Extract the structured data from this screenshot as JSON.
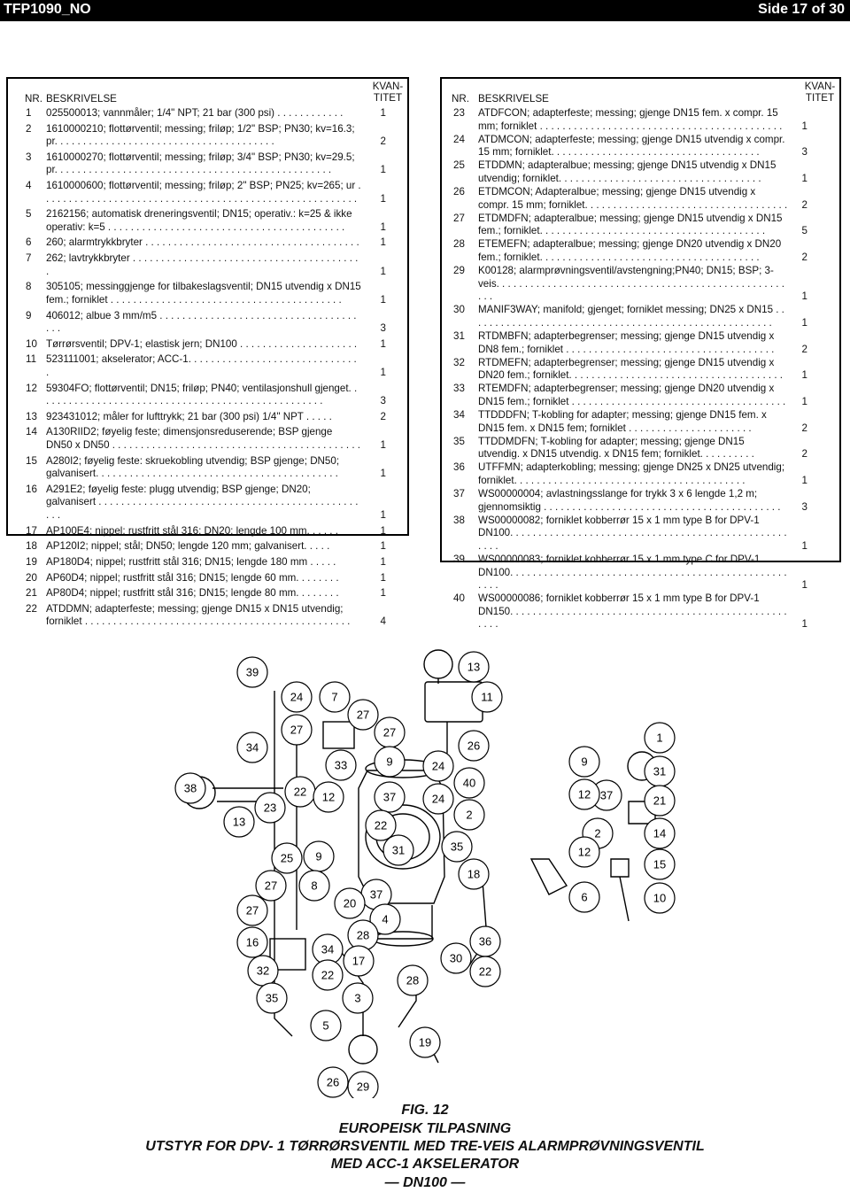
{
  "header": {
    "doc_id": "TFP1090_NO",
    "page": "Side 17 of 30"
  },
  "table_headers": {
    "nr": "NR.",
    "desc": "BESKRIVELSE",
    "qty_1": "KVAN-",
    "qty_2": "TITET"
  },
  "left_rows": [
    {
      "nr": "1",
      "desc": "025500013; vannmåler; 1/4\" NPT; 21 bar (300 psi) . . . . . . . . . . . .",
      "qty": "1"
    },
    {
      "nr": "2",
      "desc": "1610000210; flottørventil; messing; friløp; 1/2\" BSP; PN30; kv=16.3; pr. . . . . . . . . . . . . . . . . . . . . . . . . . . . . . . . . . . . . . .",
      "qty": "2"
    },
    {
      "nr": "3",
      "desc": "1610000270; flottørventil; messing; friløp; 3/4\" BSP; PN30; kv=29.5; pr. . . . . . . . . . . . . . . . . . . . . . . . . . . . . . . . . . . . . . . . . . . . . . . . .",
      "qty": "1"
    },
    {
      "nr": "4",
      "desc": "1610000600; flottørventil; messing; friløp; 2\" BSP; PN25; kv=265; ur . . . . . . . . . . . . . . . . . . . . . . . . . . . . . . . . . . . . . . . . . . . . . . . . . . . . . . . .",
      "qty": "1"
    },
    {
      "nr": "5",
      "desc": "2162156; automatisk dreneringsventil; DN15; operativ.: k=25 & ikke operativ: k=5 . . . . . . . . . . . . . . . . . . . . . . . . . . . . . . . . . . . . . . . . . .",
      "qty": "1"
    },
    {
      "nr": "6",
      "desc": "260; alarmtrykkbryter . . . . . . . . . . . . . . . . . . . . . . . . . . . . . . . . . . . . . .",
      "qty": "1"
    },
    {
      "nr": "7",
      "desc": "262; lavtrykkbryter . . . . . . . . . . . . . . . . . . . . . . . . . . . . . . . . . . . . . . . . .",
      "qty": "1"
    },
    {
      "nr": "8",
      "desc": "305105; messinggjenge for tilbakeslagsventil; DN15 utvendig x DN15 fem.; forniklet . . . . . . . . . . . . . . . . . . . . . . . . . . . . . . . . . . . . . . . . .",
      "qty": "1"
    },
    {
      "nr": "9",
      "desc": "406012; albue 3 mm/m5 . . . . . . . . . . . . . . . . . . . . . . . . . . . . . . . . . . . . . .",
      "qty": "3"
    },
    {
      "nr": "10",
      "desc": "Tørrørsventil; DPV-1; elastisk jern; DN100 . . . . . . . . . . . . . . . . . . . . .",
      "qty": "1"
    },
    {
      "nr": "11",
      "desc": "523111001; akselerator; ACC-1. . . . . . . . . . . . . . . . . . . . . . . . . . . . . . .",
      "qty": "1"
    },
    {
      "nr": "12",
      "desc": "59304FO; flottørventil; DN15; friløp; PN40; ventilasjonshull gjenget. . . . . . . . . . . . . . . . . . . . . . . . . . . . . . . . . . . . . . . . . . . . . . . . . . .",
      "qty": "3"
    },
    {
      "nr": "13",
      "desc": "923431012; måler for lufttrykk; 21 bar (300 psi) 1/4\" NPT . . . . .",
      "qty": "2"
    },
    {
      "nr": "14",
      "desc": "A130RIID2; føyelig feste; dimensjonsreduserende; BSP gjenge DN50 x DN50 . . . . . . . . . . . . . . . . . . . . . . . . . . . . . . . . . . . . . . . . . . . .",
      "qty": "1"
    },
    {
      "nr": "15",
      "desc": "A280I2; føyelig feste: skruekobling utvendig; BSP gjenge; DN50; galvanisert. . . . . . . . . . . . . . . . . . . . . . . . . . . . . . . . . . . . . . . . . . .",
      "qty": "1"
    },
    {
      "nr": "16",
      "desc": "A291E2; føyelig feste: plugg utvendig; BSP gjenge; DN20; galvanisert . . . . . . . . . . . . . . . . . . . . . . . . . . . . . . . . . . . . . . . . . . . . . . . . .",
      "qty": "1"
    },
    {
      "nr": "17",
      "desc": "AP100E4; nippel; rustfritt stål 316; DN20; lengde 100 mm. . . . . .",
      "qty": "1"
    },
    {
      "nr": "18",
      "desc": "AP120I2; nippel; stål; DN50; lengde 120 mm; galvanisert. . . . .",
      "qty": "1"
    },
    {
      "nr": "19",
      "desc": "AP180D4; nippel; rustfritt stål 316; DN15; lengde 180 mm . . . . .",
      "qty": "1"
    },
    {
      "nr": "20",
      "desc": "AP60D4; nippel; rustfritt stål 316; DN15; lengde 60 mm. . . . . . . .",
      "qty": "1"
    },
    {
      "nr": "21",
      "desc": "AP80D4; nippel; rustfritt stål 316; DN15; lengde 80 mm. . . . . . . .",
      "qty": "1"
    },
    {
      "nr": "22",
      "desc": "ATDDMN; adapterfeste; messing; gjenge DN15 x DN15 utvendig; forniklet . . . . . . . . . . . . . . . . . . . . . . . . . . . . . . . . . . . . . . . . . . . . . . .",
      "qty": "4"
    }
  ],
  "right_rows": [
    {
      "nr": "23",
      "desc": "ATDFCON; adapterfeste; messing; gjenge DN15 fem. x compr. 15 mm; forniklet . . . . . . . . . . . . . . . . . . . . . . . . . . . . . . . . . . . . . . . . . . .",
      "qty": "1"
    },
    {
      "nr": "24",
      "desc": "ATDMCON; adapterfeste; messing; gjenge DN15 utvendig x compr. 15 mm; forniklet. . . . . . . . . . . . . . . . . . . . . . . . . . . . . . . . . . . . .",
      "qty": "3"
    },
    {
      "nr": "25",
      "desc": "ETDDMN; adapteralbue; messing; gjenge DN15 utvendig x DN15 utvendig; forniklet. . . . . . . . . . . . . . . . . . . . . . . . . . . . . . . . . . . .",
      "qty": "1"
    },
    {
      "nr": "26",
      "desc": "ETDMCON; Adapteralbue; messing; gjenge DN15 utvendig x compr. 15 mm; forniklet. . . . . . . . . . . . . . . . . . . . . . . . . . . . . . . . . . . .",
      "qty": "2"
    },
    {
      "nr": "27",
      "desc": "ETDMDFN; adapteralbue; messing; gjenge DN15 utvendig x DN15 fem.; forniklet. . . . . . . . . . . . . . . . . . . . . . . . . . . . . . . . . . . . . . . .",
      "qty": "5"
    },
    {
      "nr": "28",
      "desc": "ETEMEFN; adapteralbue; messing; gjenge DN20 utvendig x DN20 fem.; forniklet. . . . . . . . . . . . . . . . . . . . . . . . . . . . . . . . . . . . . . .",
      "qty": "2"
    },
    {
      "nr": "29",
      "desc": "K00128; alarmprøvningsventil/avstengning;PN40; DN15; BSP; 3-veis. . . . . . . . . . . . . . . . . . . . . . . . . . . . . . . . . . . . . . . . . . . . . . . . . . . . . .",
      "qty": "1"
    },
    {
      "nr": "30",
      "desc": "MANIF3WAY; manifold; gjenget; forniklet messing; DN25 x DN15 . . . . . . . . . . . . . . . . . . . . . . . . . . . . . . . . . . . . . . . . . . . . . . . . . . . . . .",
      "qty": "1"
    },
    {
      "nr": "31",
      "desc": "RTDMBFN; adapterbegrenser; messing; gjenge DN15 utvendig x DN8 fem.; forniklet . . . . . . . . . . . . . . . . . . . . . . . . . . . . . . . . . . . . .",
      "qty": "2"
    },
    {
      "nr": "32",
      "desc": "RTDMEFN; adapterbegrenser; messing; gjenge DN15 utvendig x DN20 fem.; forniklet. . . . . . . . . . . . . . . . . . . . . . . . . . . . . . . . . . . . . .",
      "qty": "1"
    },
    {
      "nr": "33",
      "desc": "RTEMDFN; adapterbegrenser; messing; gjenge DN20 utvendig x DN15 fem.; forniklet . . . . . . . . . . . . . . . . . . . . . . . . . . . . . . . . . . . . . .",
      "qty": "1"
    },
    {
      "nr": "34",
      "desc": "TTDDDFN; T-kobling for adapter; messing; gjenge DN15 fem. x DN15 fem. x DN15 fem; forniklet . . . . . . . . . . . . . . . . . . . . . .",
      "qty": "2"
    },
    {
      "nr": "35",
      "desc": "TTDDMDFN; T-kobling for adapter; messing; gjenge DN15 utvendig. x DN15 utvendig. x DN15 fem; forniklet. . . . . . . . . .",
      "qty": "2"
    },
    {
      "nr": "36",
      "desc": "UTFFMN; adapterkobling; messing; gjenge DN25 x DN25 utvendig; forniklet. . . . . . . . . . . . . . . . . . . . . . . . . . . . . . . . . . . . . . . . .",
      "qty": "1"
    },
    {
      "nr": "37",
      "desc": "WS00000004; avlastningsslange for trykk 3 x 6 lengde 1,2 m; gjennomsiktig . . . . . . . . . . . . . . . . . . . . . . . . . . . . . . . . . . . . . . . . . .",
      "qty": "3"
    },
    {
      "nr": "38",
      "desc": "WS00000082; forniklet kobberrør 15 x 1 mm type B for DPV-1 DN100. . . . . . . . . . . . . . . . . . . . . . . . . . . . . . . . . . . . . . . . . . . . . . . . . . . . .",
      "qty": "1"
    },
    {
      "nr": "39",
      "desc": "WS00000083; forniklet kobberrør 15 x 1 mm type C for DPV-1 DN100. . . . . . . . . . . . . . . . . . . . . . . . . . . . . . . . . . . . . . . . . . . . . . . . . . . . .",
      "qty": "1"
    },
    {
      "nr": "40",
      "desc": "WS00000086; forniklet kobberrør 15 x 1 mm type B for DPV-1 DN150. . . . . . . . . . . . . . . . . . . . . . . . . . . . . . . . . . . . . . . . . . . . . . . . . . . . .",
      "qty": "1"
    }
  ],
  "callouts": [
    "39",
    "24",
    "7",
    "27",
    "13",
    "11",
    "34",
    "27",
    "27",
    "1",
    "33",
    "9",
    "24",
    "26",
    "9",
    "31",
    "38",
    "22",
    "12",
    "37",
    "24",
    "40",
    "37",
    "12",
    "21",
    "23",
    "13",
    "2",
    "22",
    "14",
    "2",
    "25",
    "9",
    "31",
    "35",
    "12",
    "15",
    "27",
    "8",
    "37",
    "18",
    "6",
    "27",
    "20",
    "4",
    "10",
    "28",
    "34",
    "36",
    "16",
    "30",
    "32",
    "17",
    "22",
    "22",
    "28",
    "35",
    "3",
    "5",
    "19",
    "26",
    "29"
  ],
  "caption": {
    "line1": "FIG. 12",
    "line2": "EUROPEISK TILPASNING",
    "line3": "UTSTYR FOR DPV- 1 TØRRØRSVENTIL MED TRE-VEIS ALARMPRØVNINGSVENTIL",
    "line4": "MED ACC-1 AKSELERATOR",
    "line5": "— DN100 —"
  }
}
